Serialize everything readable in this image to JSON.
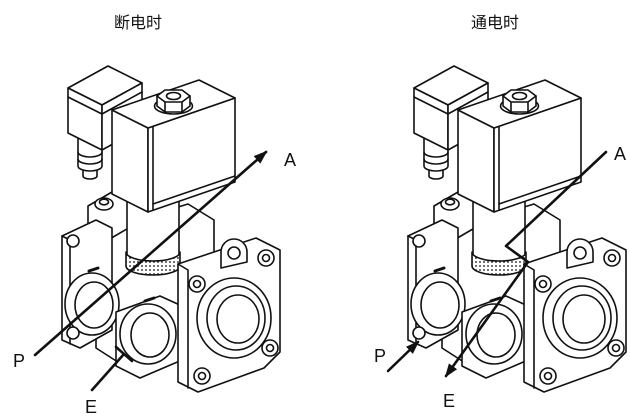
{
  "panels": [
    {
      "title": "断电时",
      "label_a": "A",
      "label_p": "P",
      "label_e": "E"
    },
    {
      "title": "通电时",
      "label_a": "A",
      "label_p": "P",
      "label_e": "E"
    }
  ]
}
